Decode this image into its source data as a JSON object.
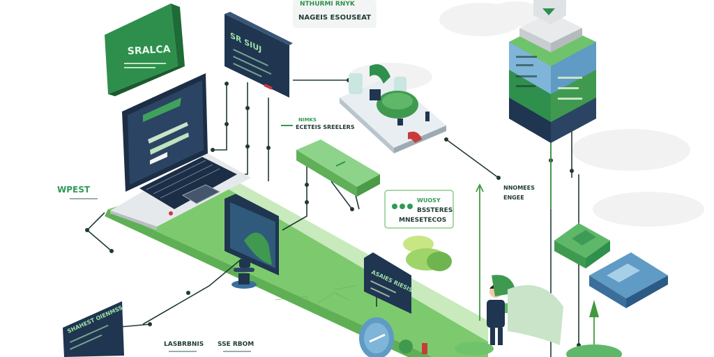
{
  "diagram": {
    "colors": {
      "green_dark": "#2f9a55",
      "green_mid": "#5fb86a",
      "green_light": "#9fd99a",
      "navy": "#1f3550",
      "blue_panel": "#4f84b8",
      "connector": "#1f3a34",
      "arrow_green": "#3f9a3f"
    },
    "labels": {
      "green_card_title": "SRALCA",
      "dark_card_title": "SR SIUJ",
      "top_center_line1": "NTHURMI RNYK",
      "top_center_line2": "NAGEIS ESOUSEAT",
      "mid_left_line1": "NIMKS",
      "mid_left_line2": "ECETEIS SREELERS",
      "left_caption": "WPEST",
      "callout_line1": "WUOSY",
      "callout_line2": "BSSTERES",
      "callout_line3": "MNESETECOS",
      "right_mid_line1": "NNOMEES",
      "right_mid_line2": "ENGEE",
      "bottom_left_a": "LASBRBNIS",
      "bottom_left_b": "SSE RBOM",
      "screen_card_text": "ASAIES RIESIS",
      "bottom_card_text": "SHAHEST OIENMSS"
    },
    "icons": [
      "laptop-icon",
      "server-tower-icon",
      "smartphone-icon",
      "robot-arm-icon",
      "person-icon",
      "folder-icon",
      "rack-panel-icon",
      "capsule-icon",
      "triangle-logo-icon",
      "arrow-up-icon"
    ]
  }
}
